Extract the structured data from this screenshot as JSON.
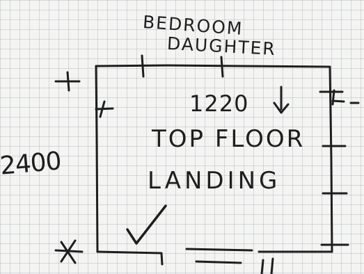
{
  "labels": {
    "room_line_1": "BEDROOM",
    "room_line_2": "DAUGHTER",
    "width_dimension": "1220",
    "height_dimension": "2400",
    "title_line_1": "TOP FLOOR",
    "title_line_2": "LANDING"
  },
  "marks": {
    "check_icon": "check-mark",
    "arrow_icon": "down-arrow",
    "star_icon": "asterisk"
  },
  "colors": {
    "ink": "#1e1e1e",
    "paper": "#f4f4f2",
    "grid": "#96a0af"
  }
}
